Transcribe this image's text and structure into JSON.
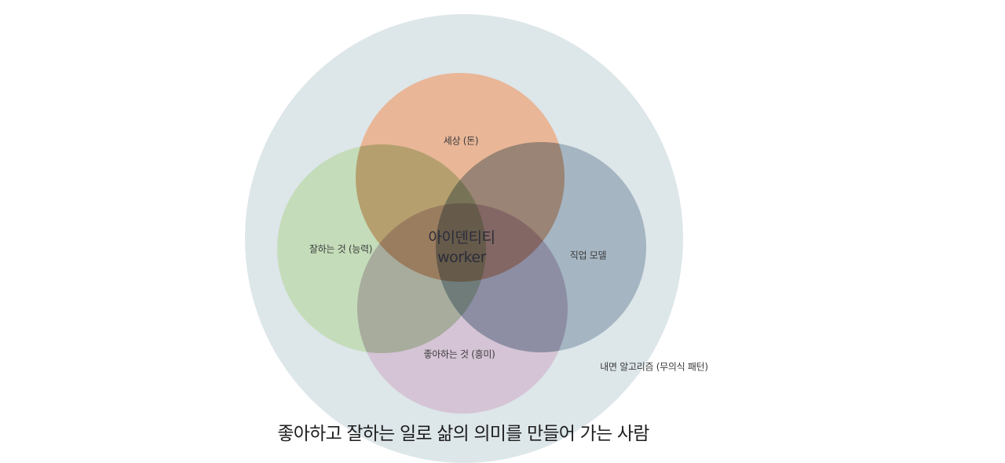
{
  "diagram": {
    "outer": {
      "label": "내면 알고리즘 (무의식 패턴)",
      "color": "#dde6e9"
    },
    "circles": [
      {
        "id": "world",
        "label": "세상 (돈)",
        "color": "#e9b392"
      },
      {
        "id": "ability",
        "label": "잘하는 것 (능력)",
        "color": "#c2dcb7"
      },
      {
        "id": "career",
        "label": "직업 모델",
        "color": "#a0b1be"
      },
      {
        "id": "interest",
        "label": "좋아하는 것 (흥미)",
        "color": "#d4c0d3"
      }
    ],
    "center": {
      "line1": "아이덴티티",
      "line2": "worker"
    },
    "caption": "좋아하고 잘하는 일로 삶의 의미를 만들어 가는 사람"
  }
}
